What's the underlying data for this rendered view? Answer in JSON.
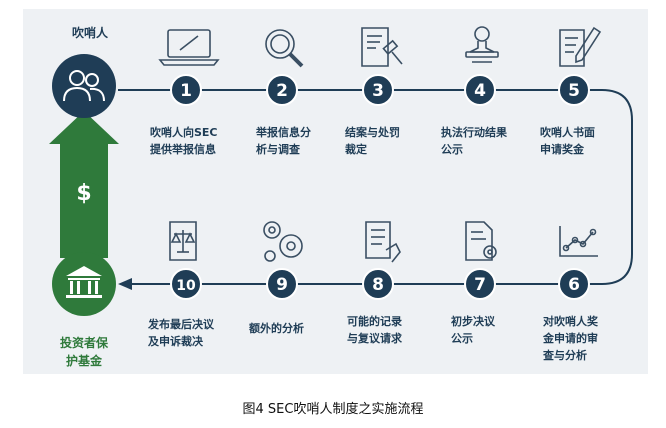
{
  "whistleblower_label": "吹哨人",
  "fund_label": "投资者保\n护基金",
  "dollar_symbol": "$",
  "steps": [
    {
      "num": "1",
      "label": "吹哨人向SEC\n提供举报信息",
      "icon": "laptop-icon"
    },
    {
      "num": "2",
      "label": "举报信息分\n析与调查",
      "icon": "magnifier-icon"
    },
    {
      "num": "3",
      "label": "结案与处罚\n裁定",
      "icon": "gavel-document-icon"
    },
    {
      "num": "4",
      "label": "执法行动结果\n公示",
      "icon": "stamp-icon"
    },
    {
      "num": "5",
      "label": "吹哨人书面\n申请奖金",
      "icon": "pen-document-icon"
    },
    {
      "num": "6",
      "label": "对吹哨人奖\n金申请的审\n查与分析",
      "icon": "line-chart-icon"
    },
    {
      "num": "7",
      "label": "初步决议\n公示",
      "icon": "document-gear-icon"
    },
    {
      "num": "8",
      "label": "可能的记录\n与复议请求",
      "icon": "document-hand-icon"
    },
    {
      "num": "9",
      "label": "额外的分析",
      "icon": "gears-icon"
    },
    {
      "num": "10",
      "label": "发布最后决议\n及申诉裁决",
      "icon": "scales-document-icon"
    }
  ],
  "caption": "图4    SEC吹哨人制度之实施流程",
  "colors": {
    "navy": "#1f3d56",
    "green": "#2f7a3b",
    "bg": "#eef1f4",
    "icon": "#3a4f63"
  }
}
